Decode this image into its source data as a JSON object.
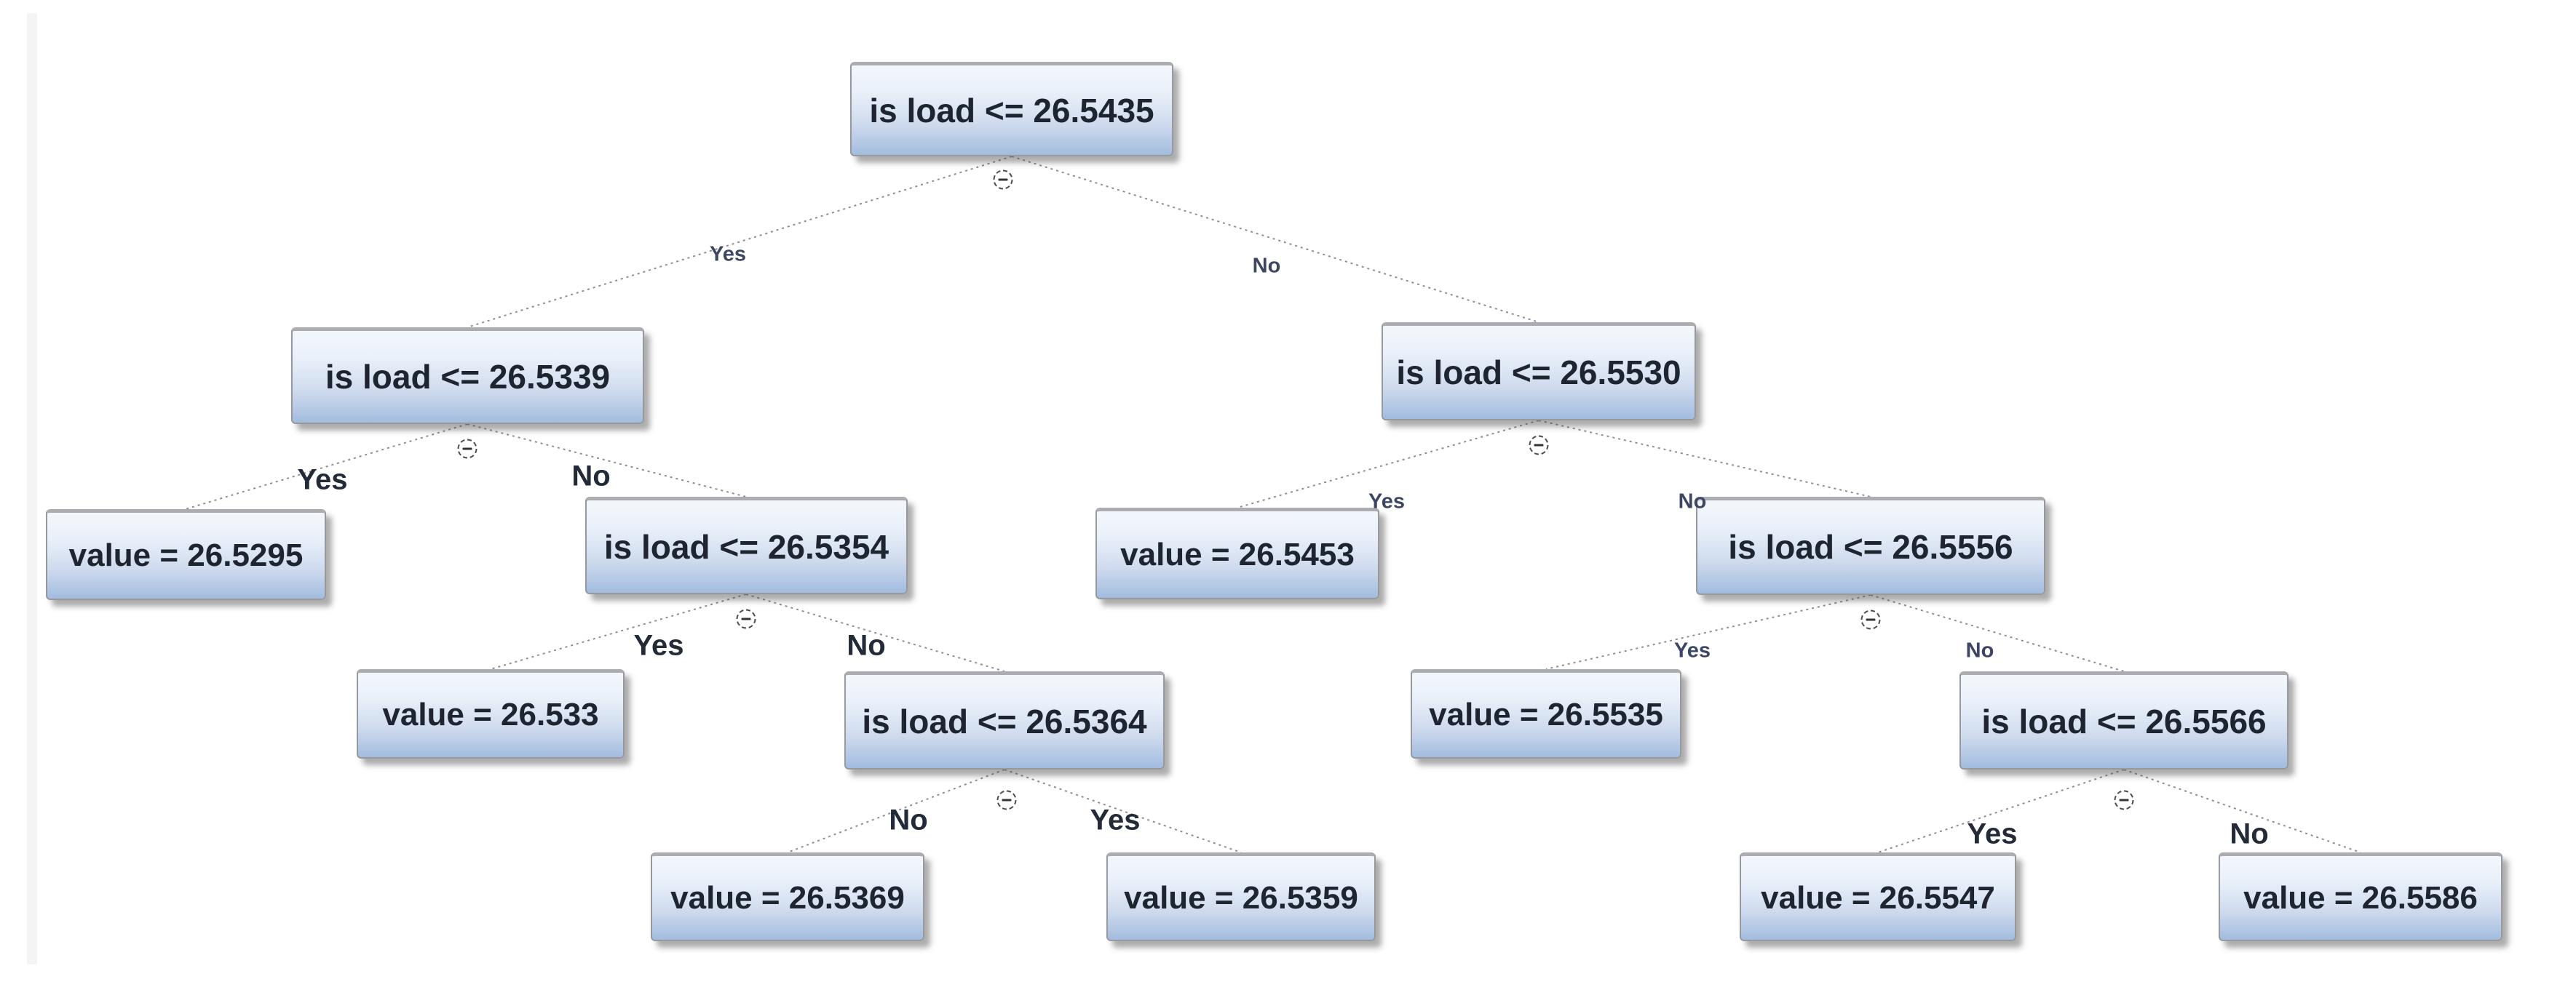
{
  "diagram": {
    "type": "decision-tree",
    "background": "#ffffff",
    "colors": {
      "node_fill_top": "#f3f7fc",
      "node_fill_bottom": "#a2bcde",
      "node_border": "#97999e",
      "edge": "#8f8f8f",
      "node_text": "#1e2430",
      "edge_label_text": "#232a38"
    },
    "icons": {
      "collapse": "minus-circle-icon"
    },
    "nodes": [
      {
        "id": "n0",
        "kind": "decision",
        "label": "is load <= 26.5435"
      },
      {
        "id": "n1",
        "kind": "decision",
        "label": "is load <= 26.5339"
      },
      {
        "id": "n2",
        "kind": "leaf",
        "label": "value = 26.5295"
      },
      {
        "id": "n3",
        "kind": "decision",
        "label": "is load <= 26.5354"
      },
      {
        "id": "n4",
        "kind": "leaf",
        "label": "value = 26.533"
      },
      {
        "id": "n5",
        "kind": "decision",
        "label": "is load <= 26.5364"
      },
      {
        "id": "n6",
        "kind": "leaf",
        "label": "value = 26.5369"
      },
      {
        "id": "n7",
        "kind": "leaf",
        "label": "value = 26.5359"
      },
      {
        "id": "n8",
        "kind": "decision",
        "label": "is load <= 26.5530"
      },
      {
        "id": "n9",
        "kind": "leaf",
        "label": "value = 26.5453"
      },
      {
        "id": "n10",
        "kind": "decision",
        "label": "is load <= 26.5556"
      },
      {
        "id": "n11",
        "kind": "leaf",
        "label": "value = 26.5535"
      },
      {
        "id": "n12",
        "kind": "decision",
        "label": "is load <= 26.5566"
      },
      {
        "id": "n13",
        "kind": "leaf",
        "label": "value = 26.5547"
      },
      {
        "id": "n14",
        "kind": "leaf",
        "label": "value = 26.5586"
      }
    ],
    "edges": [
      {
        "from": "n0",
        "to": "n1",
        "label": "Yes"
      },
      {
        "from": "n0",
        "to": "n8",
        "label": "No"
      },
      {
        "from": "n1",
        "to": "n2",
        "label": "Yes"
      },
      {
        "from": "n1",
        "to": "n3",
        "label": "No"
      },
      {
        "from": "n3",
        "to": "n4",
        "label": "Yes"
      },
      {
        "from": "n3",
        "to": "n5",
        "label": "No"
      },
      {
        "from": "n5",
        "to": "n6",
        "label": "No"
      },
      {
        "from": "n5",
        "to": "n7",
        "label": "Yes"
      },
      {
        "from": "n8",
        "to": "n9",
        "label": "Yes"
      },
      {
        "from": "n8",
        "to": "n10",
        "label": "No"
      },
      {
        "from": "n10",
        "to": "n11",
        "label": "Yes"
      },
      {
        "from": "n10",
        "to": "n12",
        "label": "No"
      },
      {
        "from": "n12",
        "to": "n13",
        "label": "Yes"
      },
      {
        "from": "n12",
        "to": "n14",
        "label": "No"
      }
    ]
  }
}
